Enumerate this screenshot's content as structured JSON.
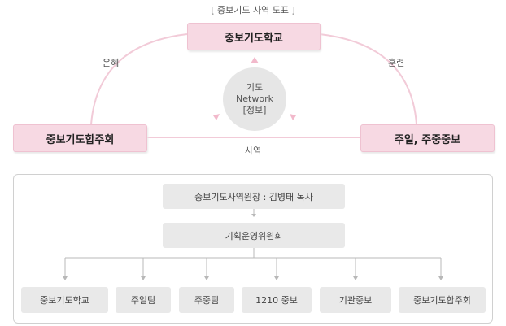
{
  "caption": "[ 중보기도 사역 도표 ]",
  "nodes": {
    "top": "중보기도학교",
    "left": "중보기도합주회",
    "right": "주일, 주중중보"
  },
  "relations": {
    "left": "은혜",
    "right": "훈련",
    "bottom": "사역"
  },
  "center": {
    "line1": "기도",
    "line2": "Network",
    "line3": "[정보]"
  },
  "org": {
    "director": "중보기도사역원장 : 김병태 목사",
    "committee": "기획운영위원회",
    "teams": [
      "중보기도학교",
      "주일팀",
      "주중팀",
      "1210 중보",
      "기관중보",
      "중보기도합주회"
    ]
  },
  "colors": {
    "node_fill": "#f7d9e3",
    "arc": "#f2cbd8",
    "gray_box": "#e9e9e9"
  }
}
